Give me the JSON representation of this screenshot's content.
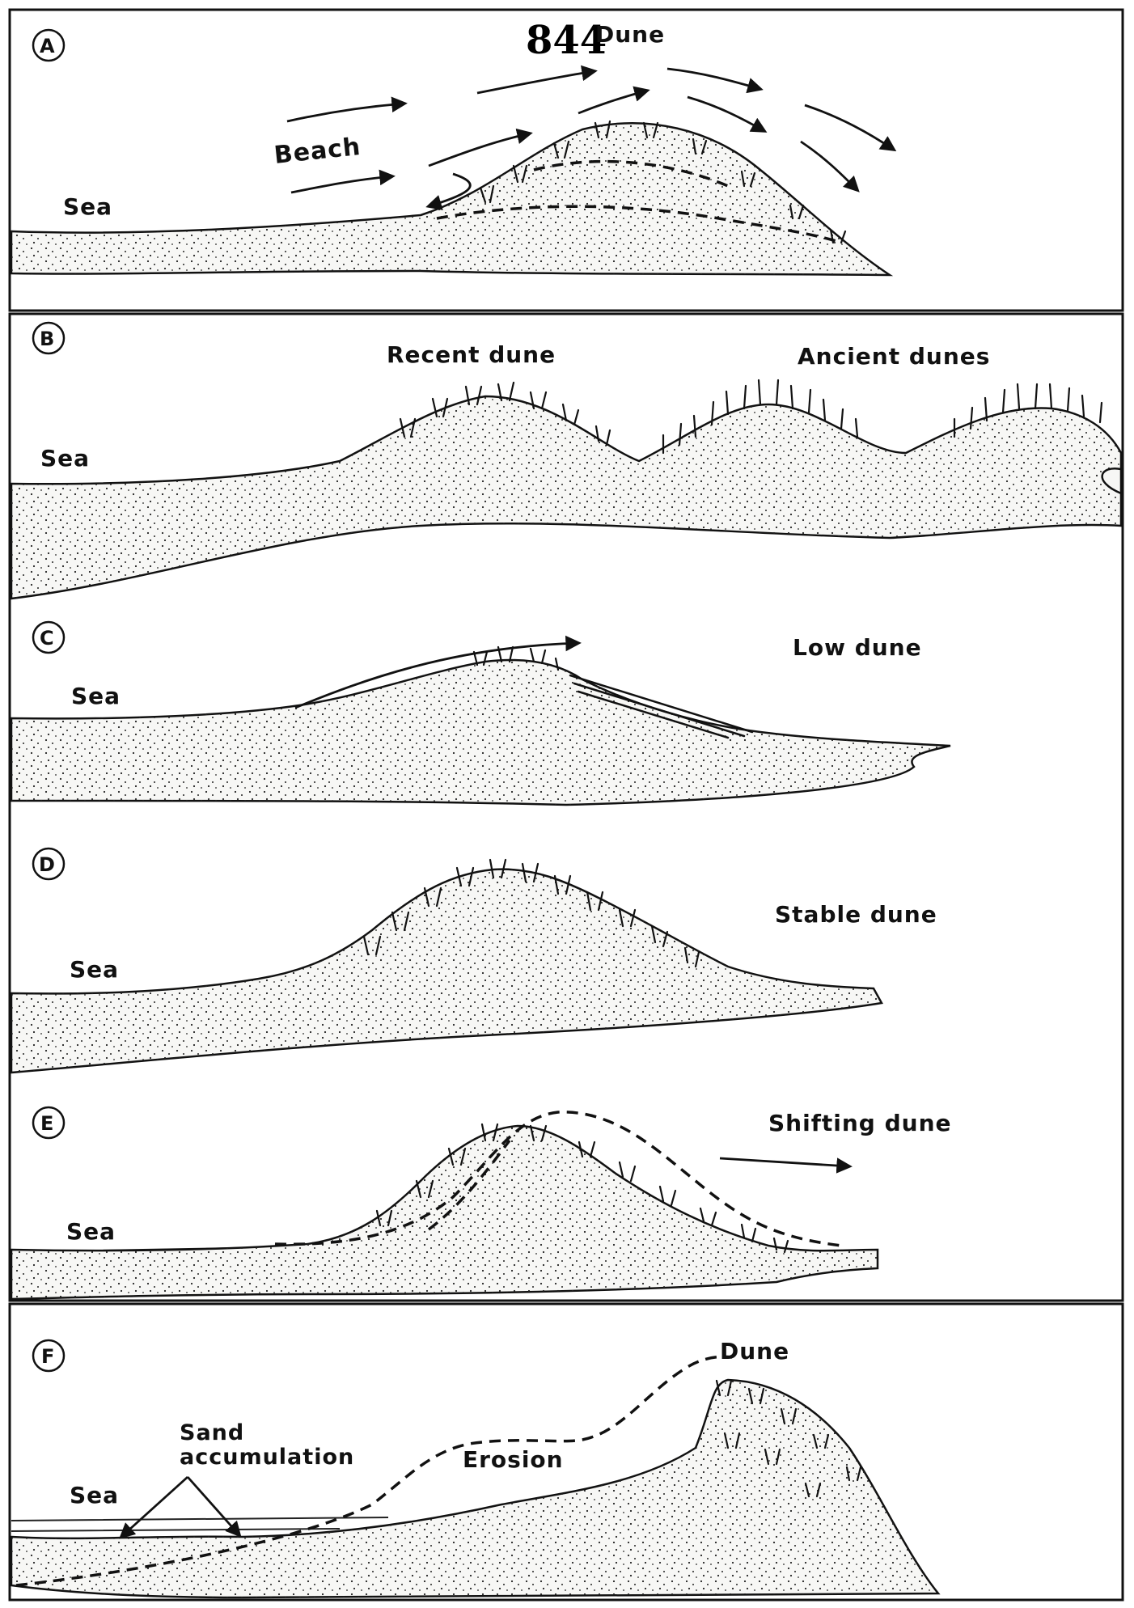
{
  "page_number": "844",
  "panels": {
    "A": {
      "letter": "A",
      "sea": "Sea",
      "beach": "Beach",
      "dune": "Dune"
    },
    "B": {
      "letter": "B",
      "sea": "Sea",
      "recent": "Recent dune",
      "ancient": "Ancient dunes"
    },
    "C": {
      "letter": "C",
      "sea": "Sea",
      "title": "Low dune"
    },
    "D": {
      "letter": "D",
      "sea": "Sea",
      "title": "Stable dune"
    },
    "E": {
      "letter": "E",
      "sea": "Sea",
      "title": "Shifting dune"
    },
    "F": {
      "letter": "F",
      "sea": "Sea",
      "sand_line1": "Sand",
      "sand_line2": "accumulation",
      "erosion": "Erosion",
      "dune": "Dune"
    }
  }
}
